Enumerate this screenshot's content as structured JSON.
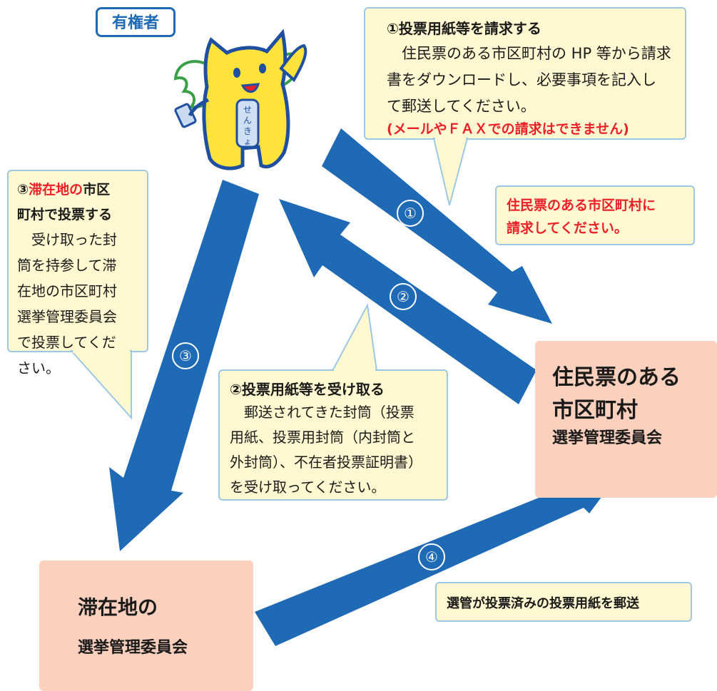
{
  "voter_label": "有権者",
  "mascot": {
    "sash_text": "せんきょ"
  },
  "step1": {
    "title": "①投票用紙等を請求する",
    "body_lines": [
      "　住民票のある市区町村の HP 等から請求",
      "書をダウンロードし、必要事項を記入し",
      "て郵送してください。"
    ],
    "note": "(メールやＦＡＸでの請求はできません)"
  },
  "request_note": {
    "line1": "住民票のある市区町村に",
    "line2": "請求してください。"
  },
  "step2": {
    "title": "②投票用紙等を受け取る",
    "body_lines": [
      "　郵送されてきた封筒（投票",
      "用紙、投票用封筒（内封筒と",
      "外封筒）、不在者投票証明書）",
      "を受け取ってください。"
    ]
  },
  "step3": {
    "num": "③",
    "red_part": "滞在地の",
    "title_rest1": "市区",
    "title_rest2": "町村で投票する",
    "body_lines": [
      "　受け取った封",
      "筒を持参して滞",
      "在地の市区町村",
      "選挙管理委員会",
      "で投票してくだ",
      "さい。"
    ]
  },
  "step4_note": "選管が投票済みの投票用紙を郵送",
  "residence_box": {
    "line1": "住民票のある",
    "line2": "市区町村",
    "line3": "選挙管理委員会"
  },
  "stay_box": {
    "line1": "滞在地の",
    "line2": "選挙管理委員会"
  },
  "arrow_numbers": [
    "①",
    "②",
    "③",
    "④"
  ],
  "colors": {
    "arrow": "#1f6ab5",
    "bubble_fill": "#fff8d0",
    "bubble_border": "#9cc8e4",
    "box_fill": "#fbd1be",
    "accent_red": "#e8202a"
  }
}
